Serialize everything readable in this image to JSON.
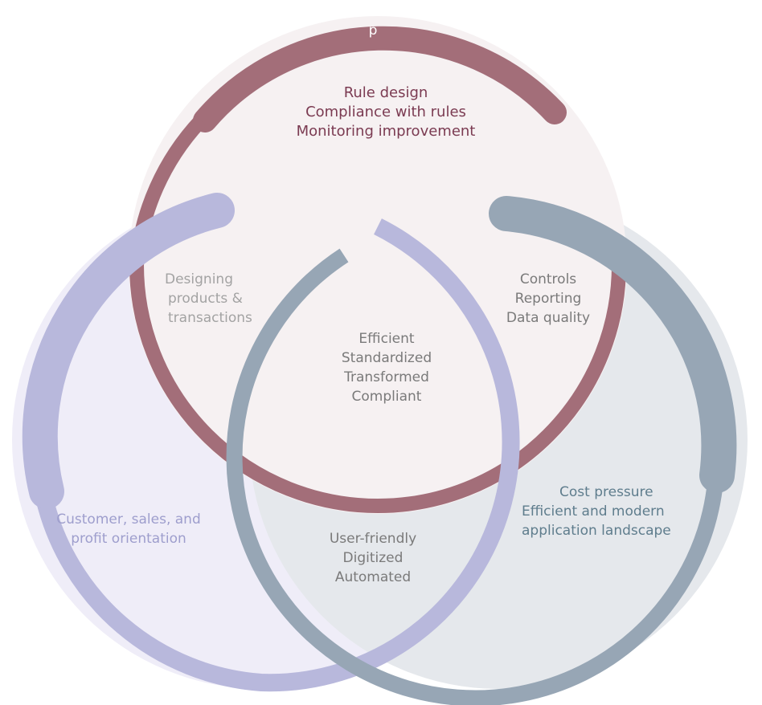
{
  "colors": {
    "compliance_ring": "#a36e79",
    "compliance_fill": "#f6f1f2",
    "customer_ring": "#b8b8dc",
    "customer_fill": "#efedf8",
    "technology_ring": "#97a6b5",
    "technology_fill": "#e5e8ec",
    "compliance_text": "#7b3b52",
    "neutral_text": "#7a7a7a",
    "light_text": "#a3a3a3",
    "customer_text": "#9e9ecd",
    "technology_text": "#5f7d8d"
  },
  "top_ring": {
    "letter": "p"
  },
  "labels": {
    "compliance": [
      "Rule design",
      "Compliance with rules",
      "Monitoring improvement"
    ],
    "compliance_customer": [
      "Designing",
      "products      &",
      "transactions"
    ],
    "compliance_technology": [
      "Controls",
      "Reporting",
      "Data quality"
    ],
    "center": [
      "Efficient",
      "Standardized",
      "Transformed",
      "Compliant"
    ],
    "customer": [
      "Customer, sales, and",
      "profit orientation"
    ],
    "customer_technology": [
      "User-friendly",
      "Digitized",
      "Automated"
    ],
    "technology": [
      "Cost pressure",
      "Efficient and modern",
      "application  landscape"
    ]
  }
}
